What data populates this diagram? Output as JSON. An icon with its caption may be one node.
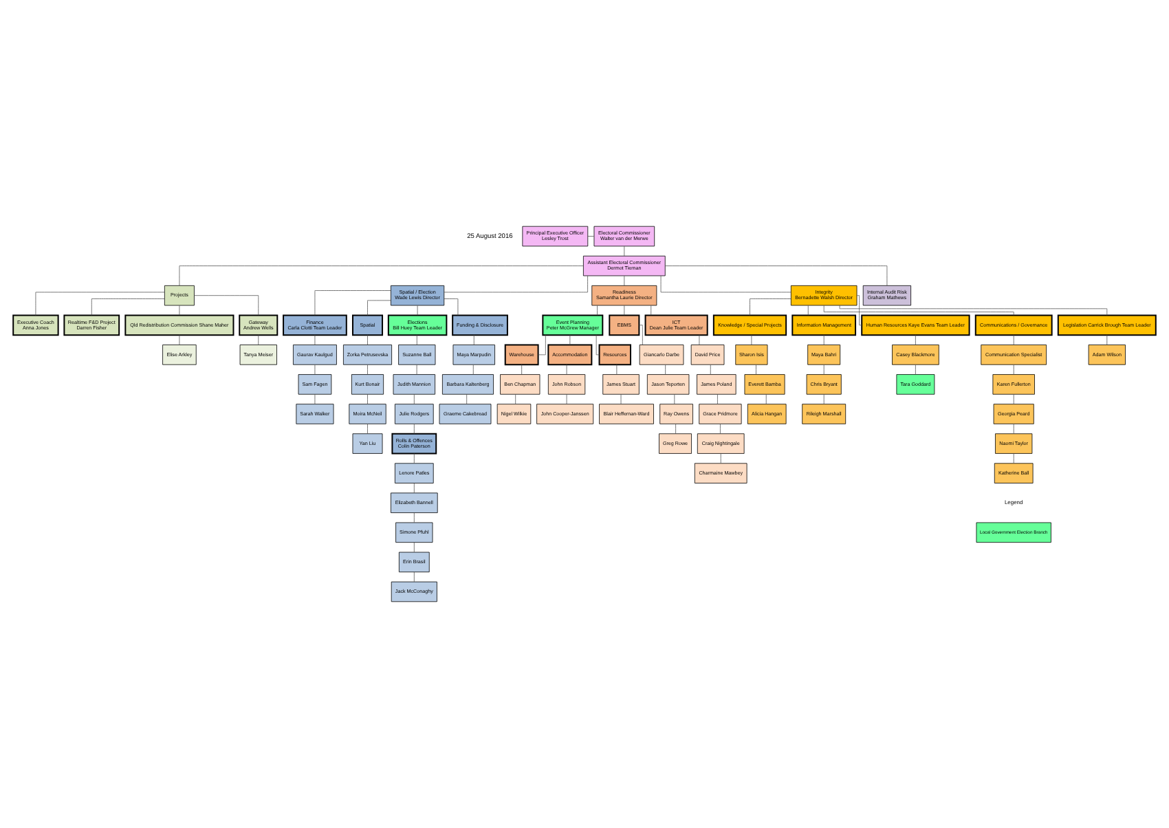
{
  "diagram": {
    "nodes": [
      {
        "text": [
          "Principal Executive Officer",
          "Lesley Trost"
        ]
      },
      {
        "text": [
          "Electoral Commissioner",
          "Walter van der Merwe"
        ]
      },
      {
        "text": [
          "Assistant Electoral Commissioner",
          "Dermot Tiernan"
        ]
      },
      {
        "text": [
          "Projects"
        ]
      },
      {
        "text": [
          "Spatial / Election",
          "Wade Lewis Director"
        ]
      },
      {
        "text": [
          "Readiness",
          "Samantha Laurie Director"
        ]
      },
      {
        "text": [
          "Integrity",
          "Bernadette Walsh Director"
        ]
      },
      {
        "text": [
          "Internal Audit Risk",
          "Graham Mathews"
        ]
      },
      {
        "text": [
          "Executive Coach",
          "Anna Jones"
        ]
      },
      {
        "text": [
          "Realtime F&D Project",
          "Darren Fisher"
        ]
      },
      {
        "text": [
          "Qld Redistribution Commission Shane Maher"
        ]
      },
      {
        "text": [
          "Gateway",
          "Andrew Wells"
        ]
      },
      {
        "text": [
          "Elise Arkley"
        ]
      },
      {
        "text": [
          "Tanya Meiser"
        ]
      },
      {
        "text": [
          "Finance",
          "Carla Clotti Team Leader"
        ]
      },
      {
        "text": [
          "Spatial"
        ]
      },
      {
        "text": [
          "Elections",
          "Bill Huey Team Leader"
        ]
      },
      {
        "text": [
          "Funding & Disclosure"
        ]
      },
      {
        "text": [
          "Gaurav Kaulgud"
        ]
      },
      {
        "text": [
          "Sam Fagen"
        ]
      },
      {
        "text": [
          "Sarah Walker"
        ]
      },
      {
        "text": [
          "Zorka Petrusevska"
        ]
      },
      {
        "text": [
          "Kurt Bonair"
        ]
      },
      {
        "text": [
          "Moira McNeil"
        ]
      },
      {
        "text": [
          "Yan Liu"
        ]
      },
      {
        "text": [
          "Suzanne Ball"
        ]
      },
      {
        "text": [
          "Judith Mannion"
        ]
      },
      {
        "text": [
          "Julie Rodgers"
        ]
      },
      {
        "text": [
          "Rolls & Offences",
          "Colin Paterson"
        ]
      },
      {
        "text": [
          "Lenore Patles"
        ]
      },
      {
        "text": [
          "Elizabeth Bannell"
        ]
      },
      {
        "text": [
          "Simone Pfuhl"
        ]
      },
      {
        "text": [
          "Erin Brasil"
        ]
      },
      {
        "text": [
          "Jack McConaghy"
        ]
      },
      {
        "text": [
          "Maya Marpudin"
        ]
      },
      {
        "text": [
          "Barbara Kaltenberg"
        ]
      },
      {
        "text": [
          "Graeme Cakebread"
        ]
      },
      {
        "text": [
          "Event Planning",
          "Peter McGrew Manager"
        ]
      },
      {
        "text": [
          "EBMS"
        ]
      },
      {
        "text": [
          "ICT",
          "Dean Julie Team Leader"
        ]
      },
      {
        "text": [
          "Warehouse"
        ]
      },
      {
        "text": [
          "Accommodation"
        ]
      },
      {
        "text": [
          "Resources"
        ]
      },
      {
        "text": [
          "Ben Chapman"
        ]
      },
      {
        "text": [
          "Nigel Wilkie"
        ]
      },
      {
        "text": [
          "John Robson"
        ]
      },
      {
        "text": [
          "John Cooper-Janssen"
        ]
      },
      {
        "text": [
          "James Stuart"
        ]
      },
      {
        "text": [
          "Blair Heffernan-Ward"
        ]
      },
      {
        "text": [
          "Giancarlo Darbe"
        ]
      },
      {
        "text": [
          "Jason Teporten"
        ]
      },
      {
        "text": [
          "Ray Owens"
        ]
      },
      {
        "text": [
          "Greg Rowe"
        ]
      },
      {
        "text": [
          "David Price"
        ]
      },
      {
        "text": [
          "James Poland"
        ]
      },
      {
        "text": [
          "Grace Pridmore"
        ]
      },
      {
        "text": [
          "Craig Nightingale"
        ]
      },
      {
        "text": [
          "Charmaine Mawbey"
        ]
      },
      {
        "text": [
          "Knowledge / Special Projects"
        ]
      },
      {
        "text": [
          "Information Management"
        ]
      },
      {
        "text": [
          "Human Resources Kaye Evans Team Leader"
        ]
      },
      {
        "text": [
          "Communications / Governance"
        ]
      },
      {
        "text": [
          "Legislation Carrick Brough Team Leader"
        ]
      },
      {
        "text": [
          "Sharon Isis"
        ]
      },
      {
        "text": [
          "Everett Bamba"
        ]
      },
      {
        "text": [
          "Alicia Hangan"
        ]
      },
      {
        "text": [
          "Maya Bahri"
        ]
      },
      {
        "text": [
          "Chris Bryant"
        ]
      },
      {
        "text": [
          "Rileigh Marshall"
        ]
      },
      {
        "text": [
          "Casey Blackmore"
        ]
      },
      {
        "text": [
          "Tara Goddard"
        ]
      },
      {
        "text": [
          "Communication Specialist"
        ]
      },
      {
        "text": [
          "Karen Fullerton"
        ]
      },
      {
        "text": [
          "Georgia Peard"
        ]
      },
      {
        "text": [
          "Naomi Taylor"
        ]
      },
      {
        "text": [
          "Katherine Ball"
        ]
      },
      {
        "text": [
          "Adam Wilson"
        ]
      }
    ],
    "edges": [
      {
        "from": 0,
        "to": 1,
        "arrow": "none"
      },
      {
        "from": 1,
        "to": 2,
        "arrow": "none"
      },
      {
        "from": 2,
        "to": 3,
        "arrow": "none"
      },
      {
        "from": 2,
        "to": 4,
        "arrow": "none"
      },
      {
        "from": 2,
        "to": 5,
        "arrow": "none"
      },
      {
        "from": 2,
        "to": 6,
        "arrow": "none"
      },
      {
        "from": 2,
        "to": 7,
        "arrow": "none"
      },
      {
        "from": 3,
        "to": 8,
        "arrow": "none"
      },
      {
        "from": 3,
        "to": 9,
        "arrow": "none"
      },
      {
        "from": 3,
        "to": 10,
        "arrow": "none"
      },
      {
        "from": 3,
        "to": 11,
        "arrow": "none"
      },
      {
        "from": 10,
        "to": 12,
        "arrow": "none"
      },
      {
        "from": 11,
        "to": 13,
        "arrow": "none"
      },
      {
        "from": 4,
        "to": 14,
        "arrow": "none"
      },
      {
        "from": 4,
        "to": 15,
        "arrow": "none"
      },
      {
        "from": 4,
        "to": 16,
        "arrow": "none"
      },
      {
        "from": 4,
        "to": 17,
        "arrow": "none"
      },
      {
        "from": 14,
        "to": 18,
        "arrow": "none"
      },
      {
        "from": 18,
        "to": 19,
        "arrow": "none"
      },
      {
        "from": 19,
        "to": 20,
        "arrow": "none"
      },
      {
        "from": 15,
        "to": 21,
        "arrow": "none"
      },
      {
        "from": 21,
        "to": 22,
        "arrow": "none"
      },
      {
        "from": 22,
        "to": 23,
        "arrow": "none"
      },
      {
        "from": 23,
        "to": 24,
        "arrow": "none"
      },
      {
        "from": 16,
        "to": 25,
        "arrow": "none"
      },
      {
        "from": 25,
        "to": 26,
        "arrow": "none"
      },
      {
        "from": 26,
        "to": 27,
        "arrow": "none"
      },
      {
        "from": 27,
        "to": 28,
        "arrow": "none"
      },
      {
        "from": 28,
        "to": 29,
        "arrow": "none"
      },
      {
        "from": 29,
        "to": 30,
        "arrow": "none"
      },
      {
        "from": 30,
        "to": 31,
        "arrow": "none"
      },
      {
        "from": 31,
        "to": 32,
        "arrow": "none"
      },
      {
        "from": 32,
        "to": 33,
        "arrow": "none"
      },
      {
        "from": 17,
        "to": 34,
        "arrow": "none"
      },
      {
        "from": 34,
        "to": 35,
        "arrow": "none"
      },
      {
        "from": 35,
        "to": 36,
        "arrow": "none"
      },
      {
        "from": 5,
        "to": 37,
        "arrow": "none"
      },
      {
        "from": 5,
        "to": 38,
        "arrow": "none"
      },
      {
        "from": 5,
        "to": 39,
        "arrow": "none"
      },
      {
        "from": 37,
        "to": 40,
        "arrow": "none"
      },
      {
        "from": 37,
        "to": 41,
        "arrow": "none"
      },
      {
        "from": 37,
        "to": 42,
        "arrow": "none"
      },
      {
        "from": 40,
        "to": 43,
        "arrow": "none"
      },
      {
        "from": 43,
        "to": 44,
        "arrow": "none"
      },
      {
        "from": 41,
        "to": 45,
        "arrow": "none"
      },
      {
        "from": 45,
        "to": 46,
        "arrow": "none"
      },
      {
        "from": 42,
        "to": 47,
        "arrow": "none"
      },
      {
        "from": 47,
        "to": 48,
        "arrow": "none"
      },
      {
        "from": 38,
        "to": 49,
        "arrow": "none"
      },
      {
        "from": 49,
        "to": 50,
        "arrow": "none"
      },
      {
        "from": 50,
        "to": 51,
        "arrow": "none"
      },
      {
        "from": 51,
        "to": 52,
        "arrow": "none"
      },
      {
        "from": 39,
        "to": 53,
        "arrow": "none"
      },
      {
        "from": 53,
        "to": 54,
        "arrow": "none"
      },
      {
        "from": 54,
        "to": 55,
        "arrow": "none"
      },
      {
        "from": 55,
        "to": 56,
        "arrow": "none"
      },
      {
        "from": 56,
        "to": 57,
        "arrow": "none"
      },
      {
        "from": 6,
        "to": 58,
        "arrow": "none"
      },
      {
        "from": 6,
        "to": 59,
        "arrow": "none"
      },
      {
        "from": 6,
        "to": 60,
        "arrow": "none"
      },
      {
        "from": 6,
        "to": 61,
        "arrow": "none"
      },
      {
        "from": 6,
        "to": 62,
        "arrow": "none"
      },
      {
        "from": 58,
        "to": 63,
        "arrow": "none"
      },
      {
        "from": 63,
        "to": 64,
        "arrow": "none"
      },
      {
        "from": 64,
        "to": 65,
        "arrow": "none"
      },
      {
        "from": 59,
        "to": 66,
        "arrow": "none"
      },
      {
        "from": 66,
        "to": 67,
        "arrow": "none"
      },
      {
        "from": 67,
        "to": 68,
        "arrow": "none"
      },
      {
        "from": 60,
        "to": 69,
        "arrow": "none"
      },
      {
        "from": 69,
        "to": 70,
        "arrow": "none"
      },
      {
        "from": 61,
        "to": 71,
        "arrow": "none"
      },
      {
        "from": 71,
        "to": 72,
        "arrow": "none"
      },
      {
        "from": 72,
        "to": 73,
        "arrow": "none"
      },
      {
        "from": 73,
        "to": 74,
        "arrow": "none"
      },
      {
        "from": 74,
        "to": 75,
        "arrow": "none"
      },
      {
        "from": 62,
        "to": 76,
        "arrow": "none"
      }
    ],
    "labels": [
      "25 August 2016",
      "Legend"
    ],
    "legend": [
      {
        "text": "Local Government Election Branch",
        "color": "#66ff99"
      }
    ]
  }
}
